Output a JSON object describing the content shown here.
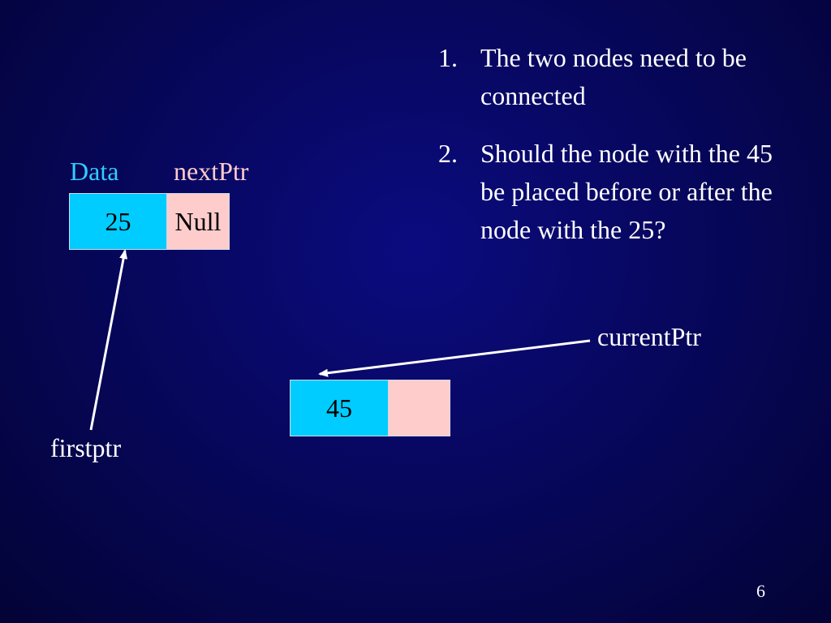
{
  "slide": {
    "bullets": [
      {
        "number": "1.",
        "text": "The two nodes need to be connected"
      },
      {
        "number": "2.",
        "text": "Should the node with the 45 be placed before or after the node with the 25?"
      }
    ],
    "labels": {
      "data_header": "Data",
      "next_header": "nextPtr",
      "first_pointer": "firstptr",
      "current_pointer": "currentPtr"
    },
    "node_first": {
      "data": "25",
      "next": "Null"
    },
    "node_second": {
      "data": "45",
      "next": ""
    },
    "page_number": "6",
    "colors": {
      "background": "#07075e",
      "data_cell": "#00ccff",
      "pointer_cell": "#ffcccc",
      "data_header": "#33ccff",
      "next_header": "#ffcccc",
      "text": "#ffffff"
    }
  }
}
